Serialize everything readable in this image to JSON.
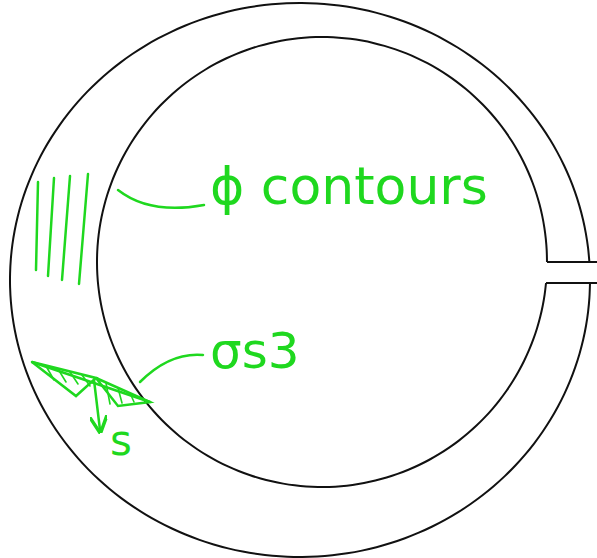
{
  "diagram": {
    "labels": [
      "ϕ contours",
      "σs3",
      "s"
    ]
  }
}
